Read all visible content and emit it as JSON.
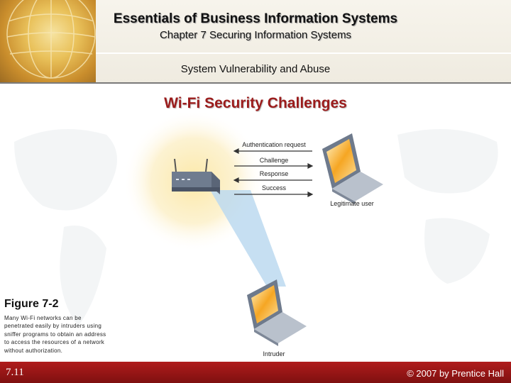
{
  "header": {
    "course_title": "Essentials of Business Information Systems",
    "chapter_title": "Chapter 7 Securing Information Systems",
    "section_title": "System Vulnerability and Abuse"
  },
  "slide": {
    "title": "Wi-Fi Security Challenges"
  },
  "figure": {
    "label": "Figure 7-2",
    "caption": "Many Wi-Fi networks can be penetrated easily by intruders using sniffer programs to obtain an address to access the resources of a network without authorization.",
    "messages": [
      "Authentication request",
      "Challenge",
      "Response",
      "Success"
    ],
    "legit_label": "Legitimate user",
    "intruder_label": "Intruder"
  },
  "footer": {
    "page_number": "7.11",
    "copyright": "© 2007 by Prentice Hall"
  },
  "colors": {
    "title_red": "#9b1c1c",
    "footer_red": "#a01818",
    "beam_blue": "#bcd9f0",
    "glow_yellow": "#fbe7a3"
  },
  "icons": {
    "globe": "globe-icon",
    "router": "wireless-router-icon",
    "laptop": "laptop-icon"
  }
}
